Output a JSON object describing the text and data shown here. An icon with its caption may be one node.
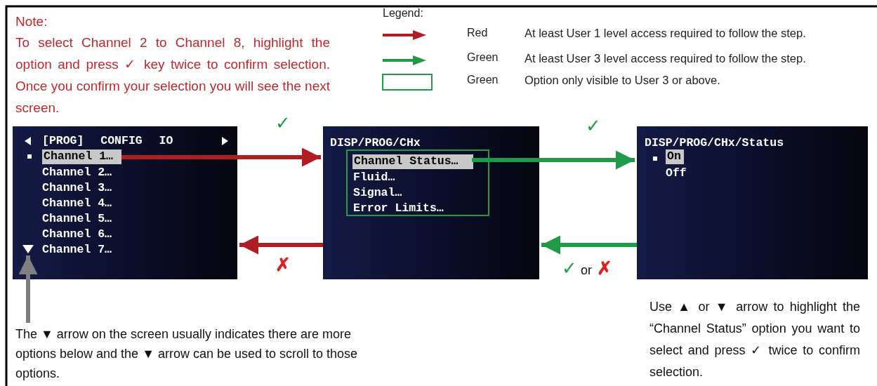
{
  "diagram": {
    "nodes": [
      {
        "text": [
          "[PROG] CONFIG IO",
          "Channel 2…",
          "Channel 3…",
          "Channel 4…",
          "Channel 5…",
          "Channel 6…",
          "Channel 7…"
        ]
      },
      {
        "text": [
          "Channel 1…"
        ],
        "in": 0
      },
      {
        "text": [],
        "shape": "triangle",
        "in": 0
      },
      {
        "text": [
          "DISP/PROG/CHx"
        ]
      },
      {
        "text": [
          "Fluid…",
          "Signal…",
          "Error Limits…"
        ],
        "in": 3
      },
      {
        "text": [
          "Channel Status…"
        ],
        "in": 4
      },
      {
        "text": [
          "DISP/PROG/CHx/Status",
          "Off"
        ]
      },
      {
        "text": [
          "On"
        ],
        "in": 6
      },
      {
        "text": [
          "The ▼ arrow on the screen usually indicates there are more options below and the ▼ arrow can be used to scroll to those options."
        ]
      }
    ],
    "edges": [
      {
        "from": 1,
        "to": 3,
        "arrow": "to",
        "label": "✓",
        "color": "#b01e23"
      },
      {
        "from": 5,
        "to": 6,
        "arrow": "to",
        "label": "✓",
        "color": "#1f9a46"
      },
      {
        "from": 6,
        "to": 3,
        "arrow": "to",
        "label": "✓ or ✗",
        "color": "#1f9a46"
      },
      {
        "from": 3,
        "to": 0,
        "arrow": "to",
        "label": "✗",
        "color": "#b01e23"
      },
      {
        "from": 8,
        "to": 2,
        "arrow": "to",
        "color": "#7f7f7f"
      }
    ],
    "labels": [
      "Note:",
      "To select Channel 2 to Channel 8, highlight the option and press ✓ key twice to confirm selection. Once you confirm your selection you will see the next screen.",
      "Legend:",
      "Red",
      "Green",
      "Green",
      "Use ▲ or ▼ arrow to highlight the “Channel Status” option you want to select and press ✓ twice to confirm selection."
    ],
    "legend": [
      {
        "text": "At least User 1 level access required to follow the step.",
        "color": "#b01e23"
      },
      {
        "text": "At least User 3 level access required to follow the step.",
        "color": "#1f9a46"
      },
      {
        "text": "Option only visible to User 3 or above.",
        "color": "#1f9a46"
      }
    ]
  }
}
